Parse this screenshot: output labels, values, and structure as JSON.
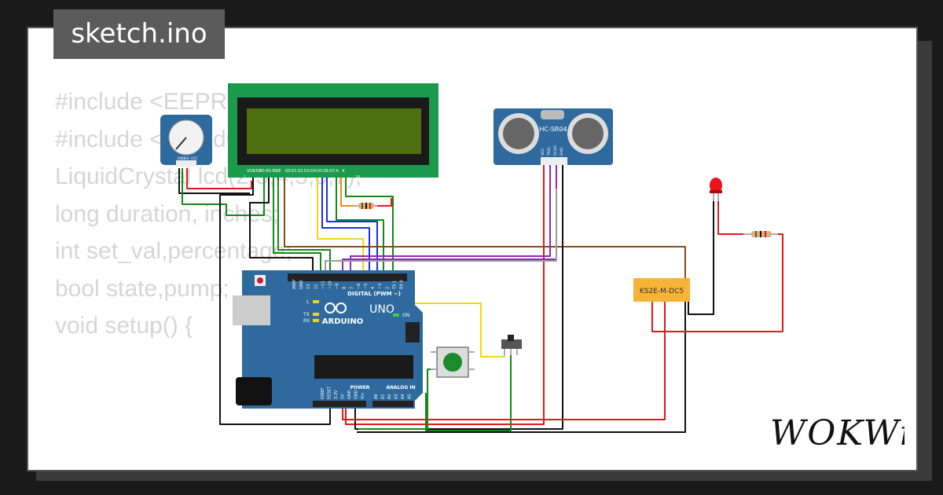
{
  "file_tab": {
    "label": "sketch.ino"
  },
  "code_lines": [
    "#include <EEPROM.h>",
    "",
    "#include <LiquidCrystal.h>",
    "LiquidCrystal lcd(2,3,4,5,6,7);",
    "",
    "long duration, inches;",
    "int set_val,percentage;",
    "bool state,pump;",
    "",
    "void setup() {"
  ],
  "lcd": {
    "pins": [
      "VSS",
      "VDD",
      "V0",
      "RS",
      "RW",
      "E",
      "D0",
      "D1",
      "D2",
      "D3",
      "D4",
      "D5",
      "D6",
      "D7",
      "A",
      "K"
    ],
    "pin_numbers": [
      "1",
      "16"
    ],
    "screen_color": "#4e6e0f"
  },
  "ultrasonic": {
    "label": "HC-SR04",
    "pins": [
      "VCC",
      "TRIG",
      "ECHO",
      "GND"
    ]
  },
  "potentiometer": {
    "pins": [
      "GND",
      "SIG",
      "VCC"
    ]
  },
  "arduino": {
    "brand": "ARDUINO",
    "model": "UNO",
    "digital_label": "DIGITAL (PWM ~)",
    "digital_pins": [
      "AREF",
      "GND",
      "13",
      "12",
      "~11",
      "~10",
      "~9",
      "8",
      "7",
      "~6",
      "~5",
      "4",
      "~3",
      "2",
      "TX 1",
      "RX 0"
    ],
    "power_label": "POWER",
    "power_pins": [
      "IOREF",
      "RESET",
      "3.3V",
      "5V",
      "GND",
      "GND",
      "Vin"
    ],
    "analog_label": "ANALOG IN",
    "analog_pins": [
      "A0",
      "A1",
      "A2",
      "A3",
      "A4",
      "A5"
    ],
    "led_labels": [
      "L",
      "TX",
      "RX",
      "ON"
    ]
  },
  "relay": {
    "label": "KS2E-M-DC5"
  },
  "brand": {
    "logo_text": "WOKWi"
  },
  "colors": {
    "board": "#2e6a9e",
    "lcd_pcb": "#1c9a4c",
    "relay": "#f7b335",
    "wire_red": "#e8141a",
    "wire_black": "#111111",
    "wire_green": "#118a18",
    "wire_blue": "#1a30d8",
    "wire_yellow": "#f5d21a",
    "wire_purple": "#8b2ab5",
    "wire_brown": "#8a4a16",
    "wire_gray": "#9c9c9c",
    "wire_orange": "#f08a1a"
  }
}
